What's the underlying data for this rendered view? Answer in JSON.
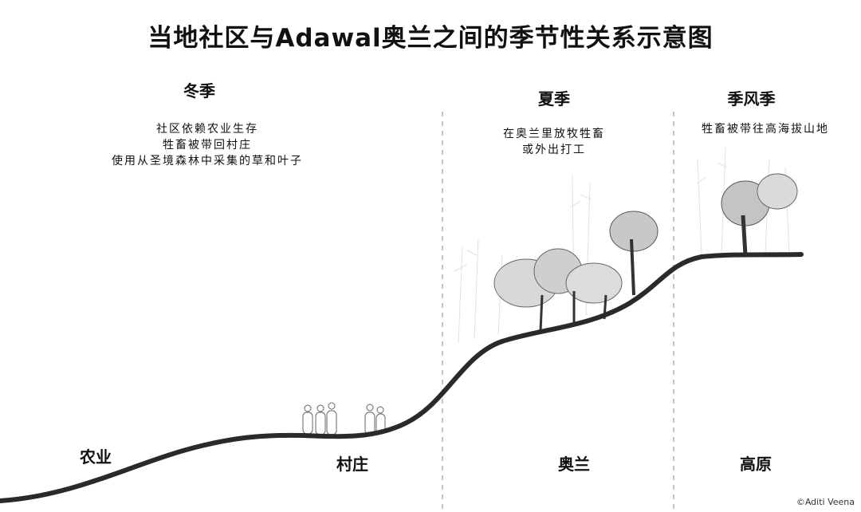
{
  "title": "当地社区与Adawal奥兰之间的季节性关系示意图",
  "seasons": [
    {
      "name": "冬季",
      "lines": [
        "社区依赖农业生存",
        "牲畜被带回村庄",
        "使用从圣境森林中采集的草和叶子"
      ]
    },
    {
      "name": "夏季",
      "lines": [
        "在奥兰里放牧牲畜",
        "或外出打工"
      ]
    },
    {
      "name": "季风季",
      "lines": [
        "牲畜被带往高海拔山地"
      ]
    }
  ],
  "places": [
    "农业",
    "村庄",
    "奥兰",
    "高原"
  ],
  "credit": "©Aditi Veena"
}
